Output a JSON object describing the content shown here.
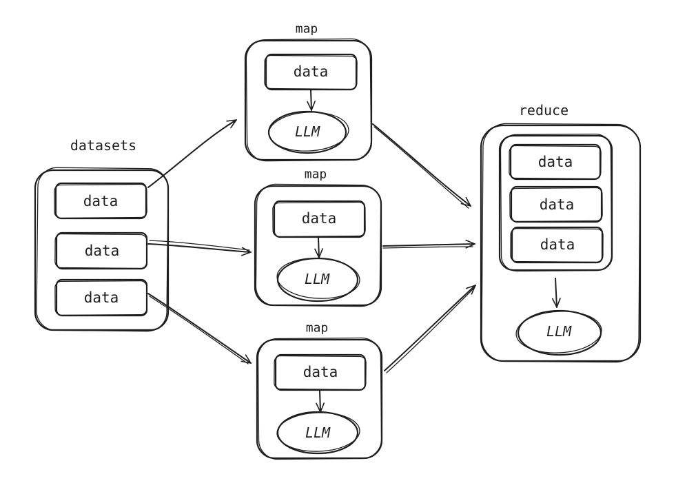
{
  "colors": {
    "ink": "#1e1e1e",
    "background": "#ffffff"
  },
  "datasets": {
    "title": "datasets",
    "items": [
      "data",
      "data",
      "data"
    ]
  },
  "maps": [
    {
      "title": "map",
      "data_label": "data",
      "llm_label": "LLM"
    },
    {
      "title": "map",
      "data_label": "data",
      "llm_label": "LLM"
    },
    {
      "title": "map",
      "data_label": "data",
      "llm_label": "LLM"
    }
  ],
  "reduce": {
    "title": "reduce",
    "items": [
      "data",
      "data",
      "data"
    ],
    "llm_label": "LLM"
  }
}
